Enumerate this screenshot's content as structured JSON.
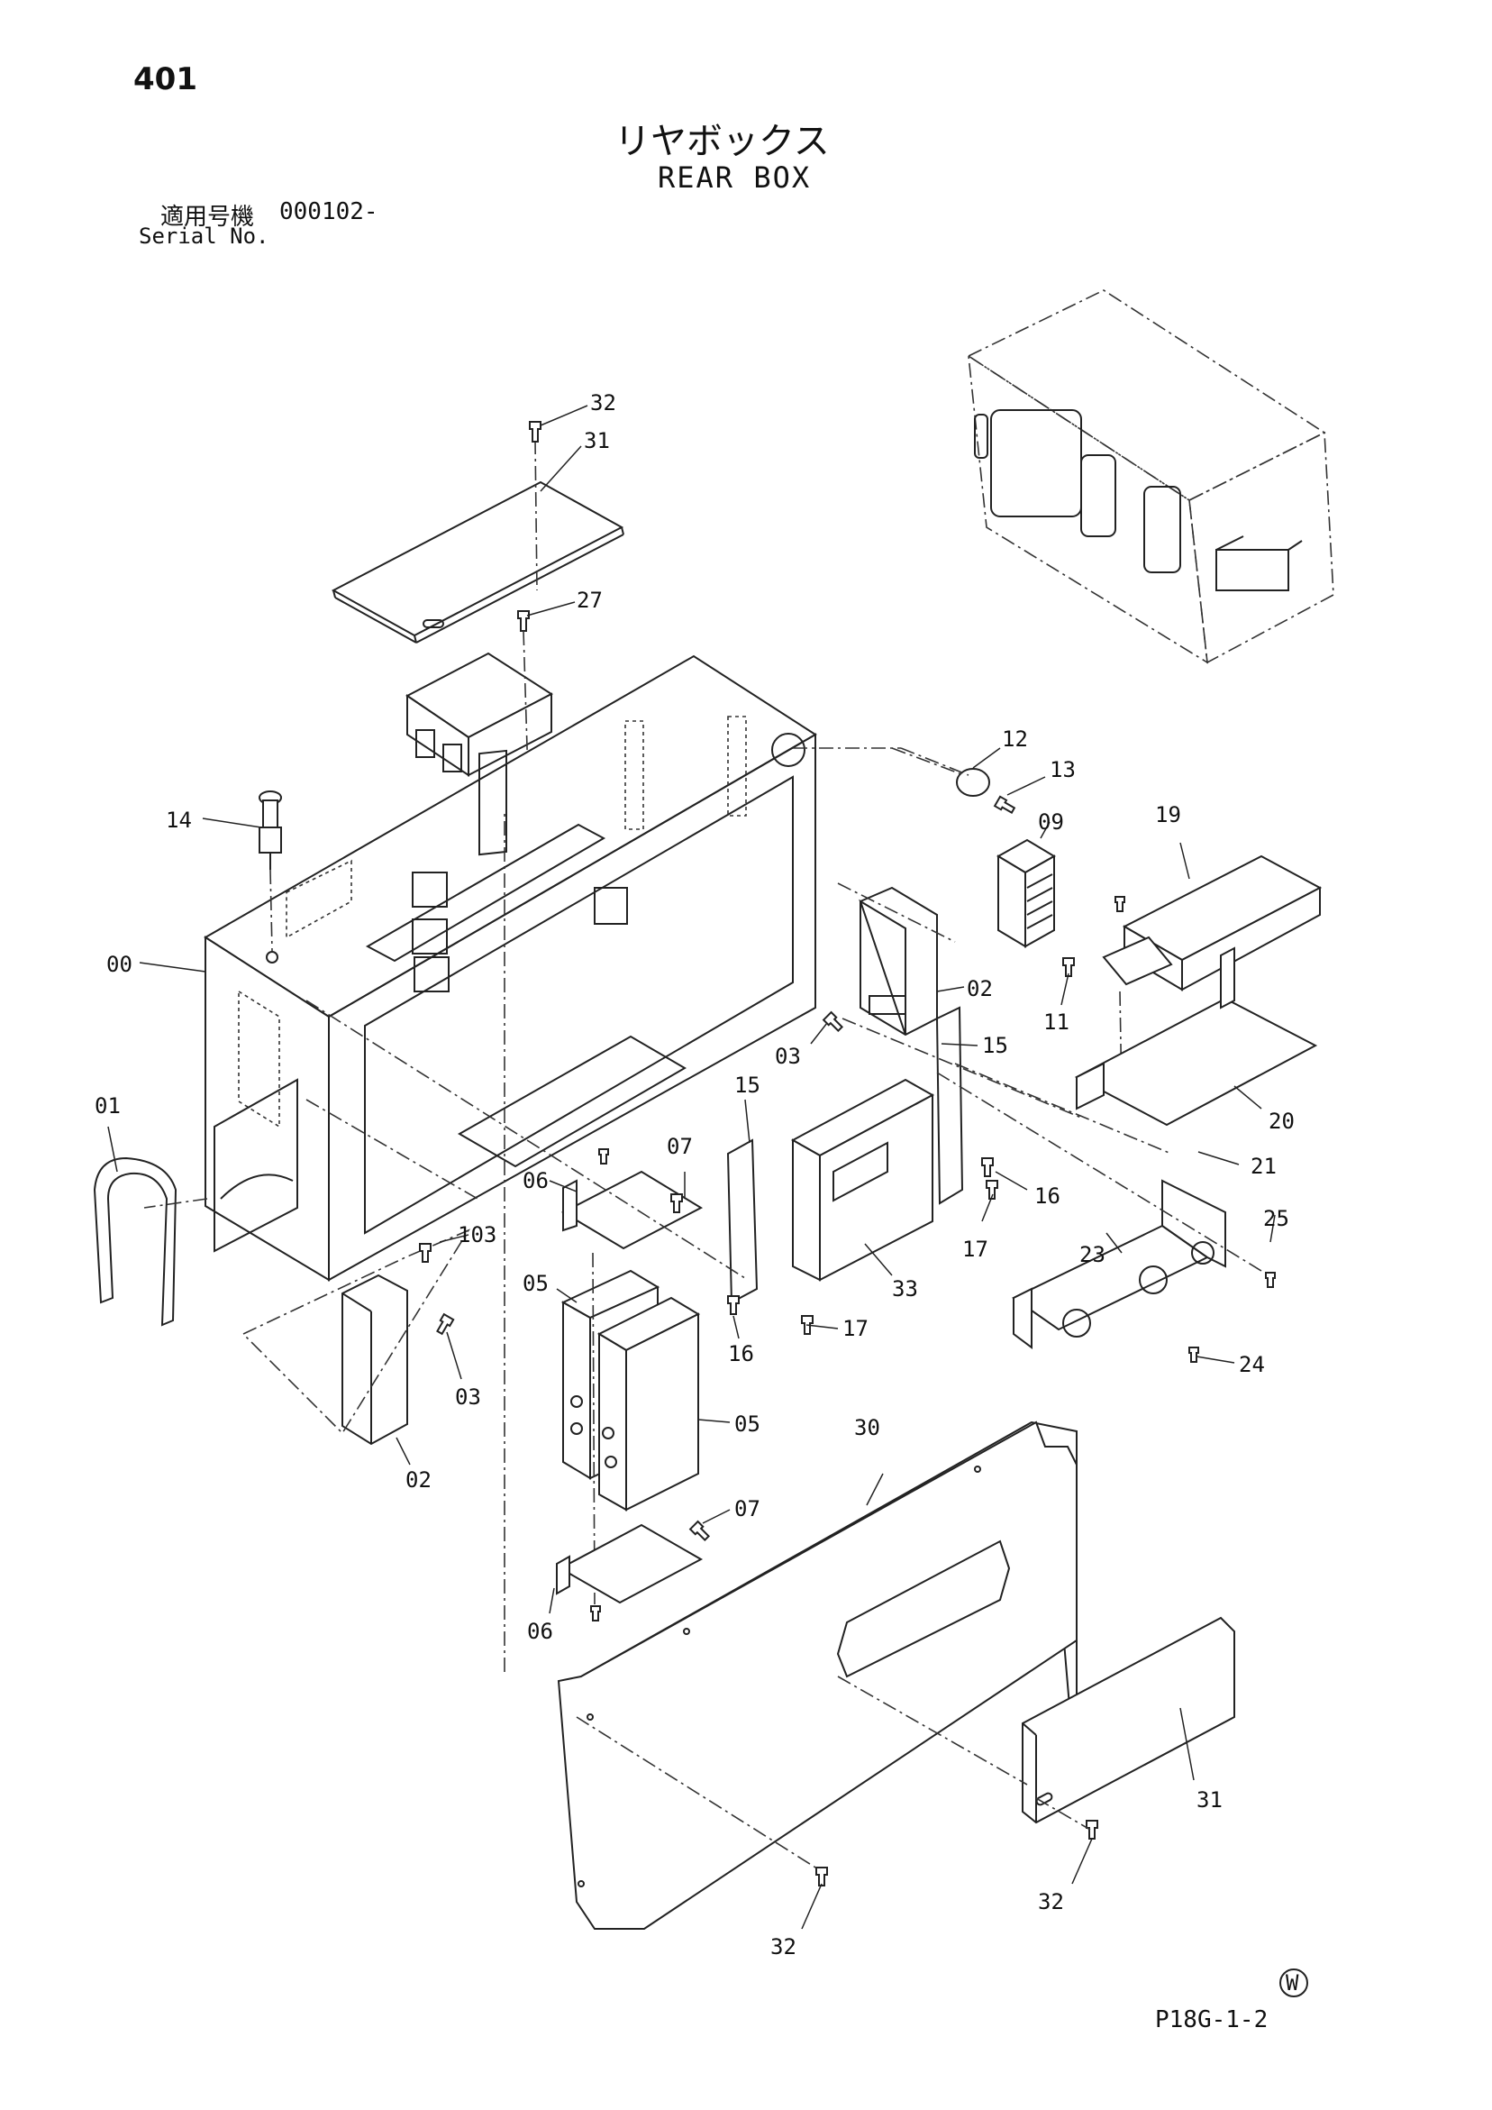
{
  "header": {
    "page_number": "401",
    "title_jp": "リヤボックス",
    "title_en": "REAR BOX",
    "serial_label_jp": "適用号機",
    "serial_value": "000102-",
    "serial_label_en": "Serial No."
  },
  "footer": {
    "drawing_code": "P18G-1-2",
    "mark": "W"
  },
  "part_labels": [
    {
      "id": "p32a",
      "text": "32"
    },
    {
      "id": "p31a",
      "text": "31"
    },
    {
      "id": "p27",
      "text": "27"
    },
    {
      "id": "p14",
      "text": "14"
    },
    {
      "id": "p00",
      "text": "00"
    },
    {
      "id": "p01",
      "text": "01"
    },
    {
      "id": "p12",
      "text": "12"
    },
    {
      "id": "p13",
      "text": "13"
    },
    {
      "id": "p09",
      "text": "09"
    },
    {
      "id": "p19",
      "text": "19"
    },
    {
      "id": "p11",
      "text": "11"
    },
    {
      "id": "p02a",
      "text": "02"
    },
    {
      "id": "p03a",
      "text": "03"
    },
    {
      "id": "p15a",
      "text": "15"
    },
    {
      "id": "p15b",
      "text": "15"
    },
    {
      "id": "p20",
      "text": "20"
    },
    {
      "id": "p21",
      "text": "21"
    },
    {
      "id": "p07a",
      "text": "07"
    },
    {
      "id": "p06a",
      "text": "06"
    },
    {
      "id": "p16a",
      "text": "16"
    },
    {
      "id": "p17a",
      "text": "17"
    },
    {
      "id": "p25",
      "text": "25"
    },
    {
      "id": "p103",
      "text": "103"
    },
    {
      "id": "p33",
      "text": "33"
    },
    {
      "id": "p23",
      "text": "23"
    },
    {
      "id": "p16b",
      "text": "16"
    },
    {
      "id": "p17b",
      "text": "17"
    },
    {
      "id": "p24",
      "text": "24"
    },
    {
      "id": "p05a",
      "text": "05"
    },
    {
      "id": "p05b",
      "text": "05"
    },
    {
      "id": "p03b",
      "text": "03"
    },
    {
      "id": "p02b",
      "text": "02"
    },
    {
      "id": "p30",
      "text": "30"
    },
    {
      "id": "p07b",
      "text": "07"
    },
    {
      "id": "p06b",
      "text": "06"
    },
    {
      "id": "p31b",
      "text": "31"
    },
    {
      "id": "p32b",
      "text": "32"
    },
    {
      "id": "p32c",
      "text": "32"
    }
  ]
}
